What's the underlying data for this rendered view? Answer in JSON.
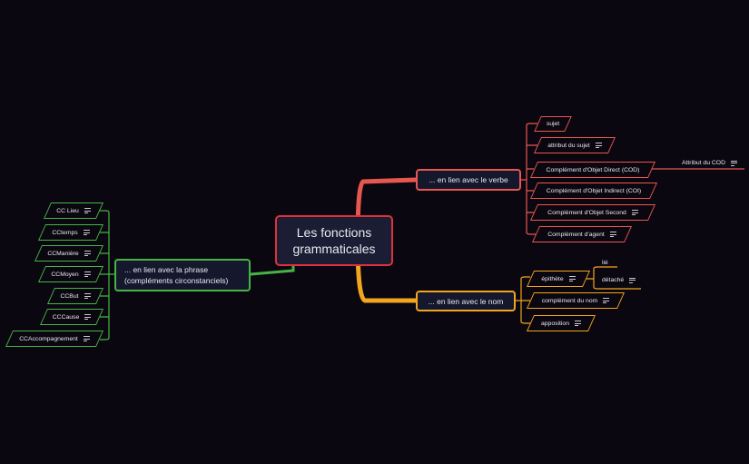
{
  "central": {
    "line1": "Les fonctions",
    "line2": "grammaticales"
  },
  "branches": {
    "verbe": "... en lien avec le verbe",
    "nom": "... en lien avec le nom",
    "phrase": "... en lien avec la phrase (compléments circonstanciels)"
  },
  "verbe_items": [
    "sujet",
    "attribut du sujet",
    "Complément d'Objet Direct (COD)",
    "Complément d'Objet Indirect (COI)",
    "Complément d'Objet Second",
    "Complément d'agent"
  ],
  "cod_child": "Attribut du COD",
  "nom_items": [
    "épithète",
    "complément du nom",
    "apposition"
  ],
  "epithete_children": [
    "lié",
    "détaché"
  ],
  "phrase_items": [
    "CC Lieu",
    "CCtemps",
    "CCManière",
    "CCMoyen",
    "CCBut",
    "CCCause",
    "CCAccompagnement"
  ],
  "colors": {
    "verbe": "#e8574f",
    "nom": "#f2a51f",
    "phrase": "#45b445",
    "central": "#e0303c",
    "background": "#0b0710"
  }
}
